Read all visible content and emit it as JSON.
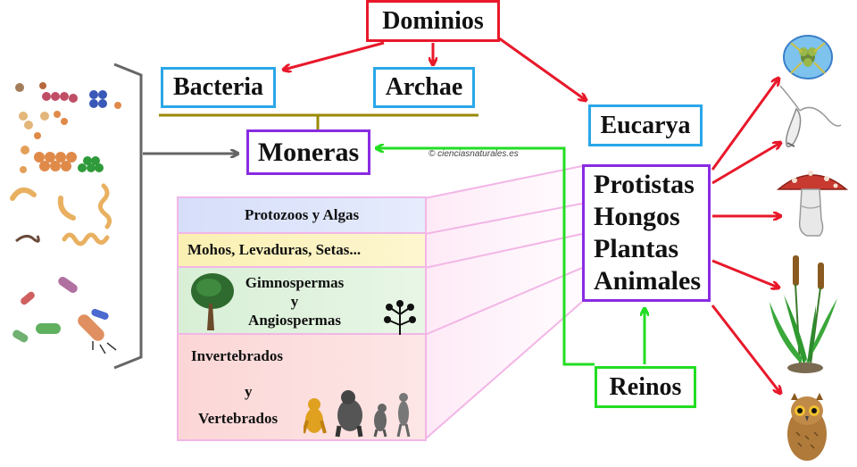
{
  "diagram": {
    "dominios": "Dominios",
    "bacteria": "Bacteria",
    "archae": "Archae",
    "eucarya": "Eucarya",
    "moneras": "Moneras",
    "reinos_title": "Reinos",
    "reinos": [
      "Protistas",
      "Hongos",
      "Plantas",
      "Animales"
    ],
    "copyright": "© cienciasnaturales.es",
    "bands": {
      "protozoos": "Protozoos y Algas",
      "mohos": "Mohos, Levaduras, Setas...",
      "gimnospermas": "Gimnospermas",
      "y1": "y",
      "angiospermas": "Angiospermas",
      "invertebrados": "Invertebrados",
      "y2": "y",
      "vertebrados": "Vertebrados"
    }
  },
  "colors": {
    "dominio": "#e8182a",
    "domain_child": "#2aa7e8",
    "kingdom": "#8a2be2",
    "reinos": "#22dd22",
    "bracket": "#666666",
    "olive_line": "#9a8a00"
  },
  "icons": [
    "bacteria-cluster",
    "tree-icon",
    "plant-sprig-icon",
    "primates-evolution-icon",
    "protist-icon",
    "flagellate-icon",
    "mushroom-icon",
    "cattail-plant-icon",
    "owl-icon"
  ]
}
